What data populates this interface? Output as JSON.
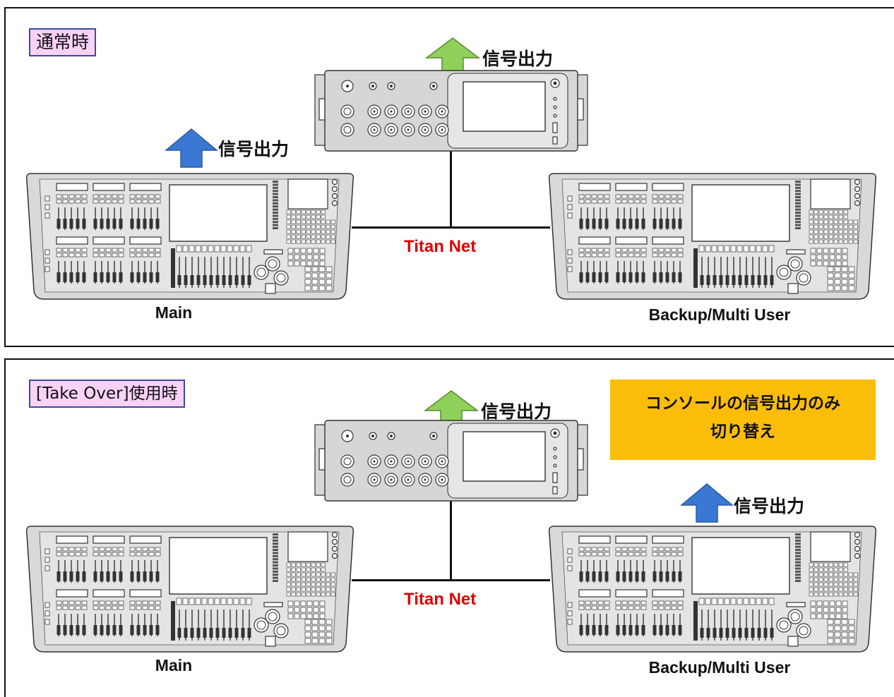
{
  "panels": [
    {
      "mode_label": "通常時",
      "network_label": "Titan Net",
      "node_signal_label": "信号出力",
      "console_signal_label": "信号出力",
      "main_caption": "Main",
      "backup_caption": "Backup/Multi User",
      "active_output": "main"
    },
    {
      "mode_label": "[Take Over]使用時",
      "network_label": "Titan Net",
      "node_signal_label": "信号出力",
      "console_signal_label": "信号出力",
      "main_caption": "Main",
      "backup_caption": "Backup/Multi User",
      "active_output": "backup",
      "note_lines": [
        "コンソールの信号出力のみ",
        "切り替え"
      ]
    }
  ],
  "colors": {
    "node_arrow": "#8ed05a",
    "console_arrow": "#3a78d4",
    "network_label": "#e00000",
    "note_box": "#fbbd08",
    "mode_label_bg": "#f9d2f7"
  },
  "icons": {
    "node": "titan-net-processor-icon",
    "console": "lighting-console-icon",
    "arrow": "up-arrow-icon"
  }
}
